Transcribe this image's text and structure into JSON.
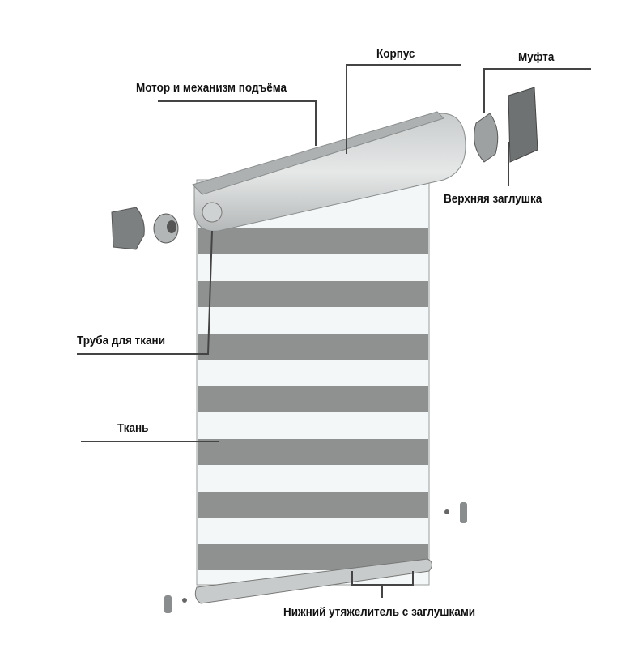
{
  "labels": {
    "housing": "Корпус",
    "coupling": "Муфта",
    "motor": "Мотор и механизм подъёма",
    "top_cap": "Верхняя заглушка",
    "fabric_tube": "Труба для ткани",
    "fabric": "Ткань",
    "bottom_weight": "Нижний утяжелитель с заглушками"
  },
  "colors": {
    "stripe_dark": "#8f9191",
    "stripe_light": "#f4f7f7",
    "housing": "#d9dcdc",
    "line": "#444444"
  }
}
